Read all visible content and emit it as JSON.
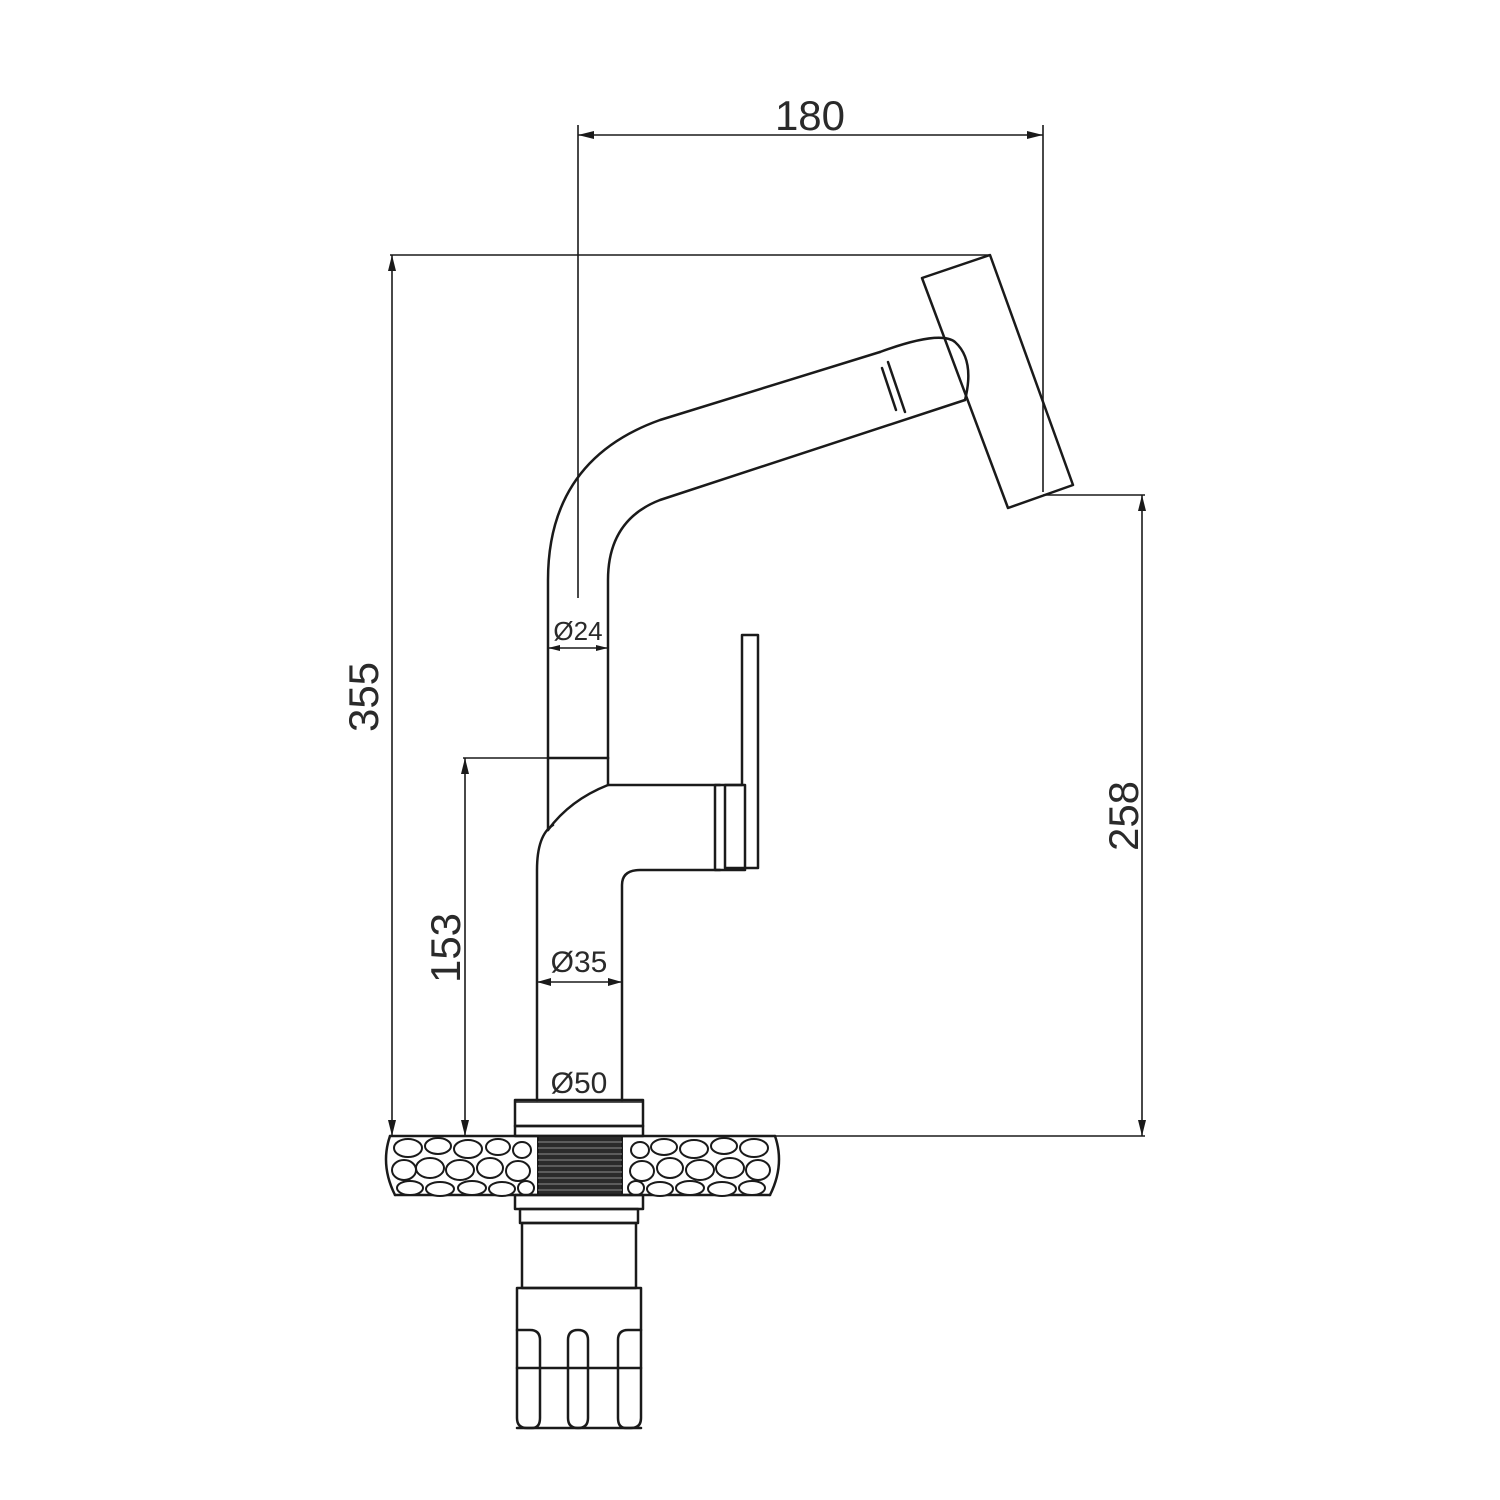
{
  "dimensions": {
    "spout_reach": "180",
    "total_height": "355",
    "spout_height": "258",
    "lever_height": "153",
    "spout_tube_diameter": "Ø24",
    "body_diameter": "Ø35",
    "base_diameter": "Ø50"
  },
  "colors": {
    "line": "#1a1a1a",
    "text": "#2a2a2a",
    "background": "#ffffff"
  }
}
